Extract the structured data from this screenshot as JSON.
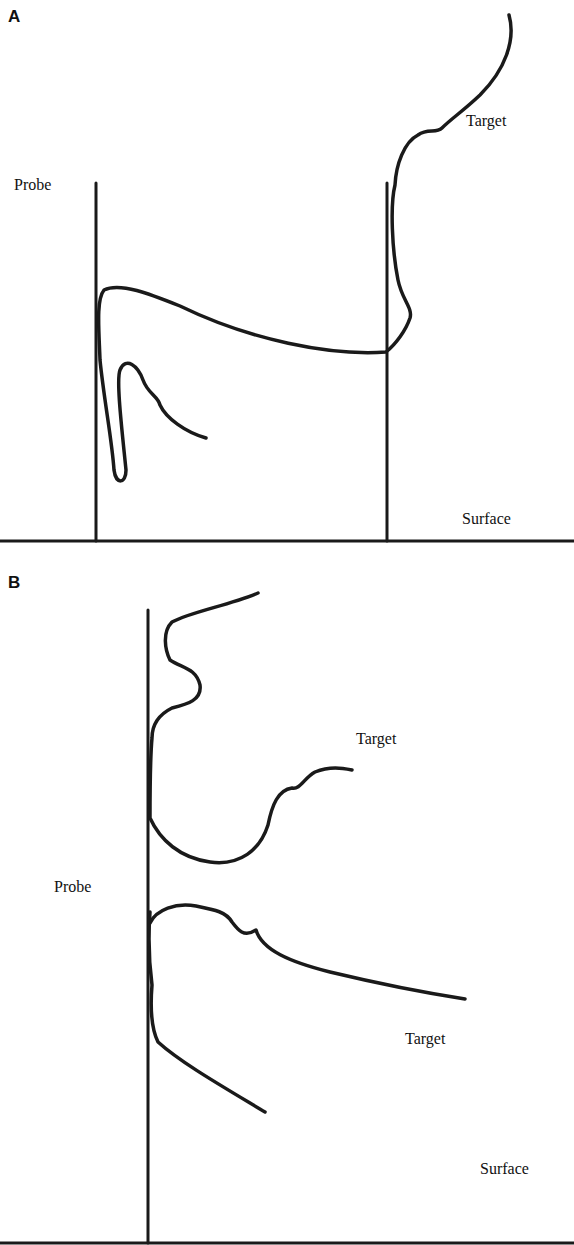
{
  "diagram": {
    "labels": [
      "A",
      "Target",
      "Probe",
      "Surface",
      "B",
      "Target",
      "Probe",
      "Target",
      "Surface"
    ]
  }
}
